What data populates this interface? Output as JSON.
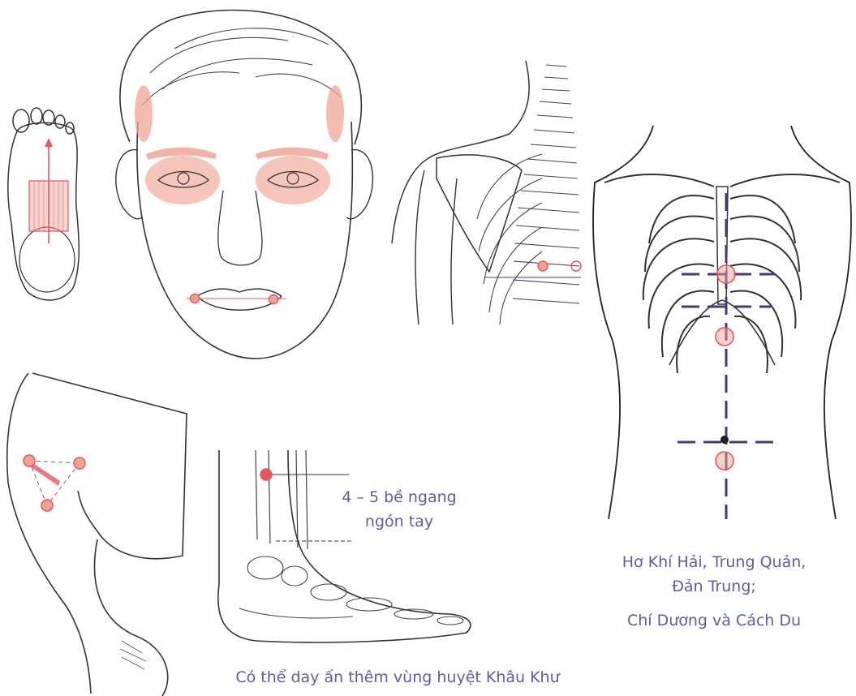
{
  "captions": {
    "finger_width_line1": "4 – 5 bề ngang",
    "finger_width_line2": "ngón tay",
    "torso_line1": "Hơ Khí Hải, Trung Quản,",
    "torso_line2": "Đản Trung;",
    "torso_line3": "Chí Dương và Cách Du",
    "bottom_note": "Có thể day ấn thêm vùng huyệt Khâu Khư"
  },
  "colors": {
    "highlight": "#f0a495",
    "point": "#e8555f",
    "guide_line": "#3e3d7a",
    "caption_text": "#5b5ea6",
    "outline": "#333333"
  },
  "panels": [
    "foot-sole",
    "face",
    "back-spine",
    "torso",
    "knee",
    "ankle"
  ]
}
